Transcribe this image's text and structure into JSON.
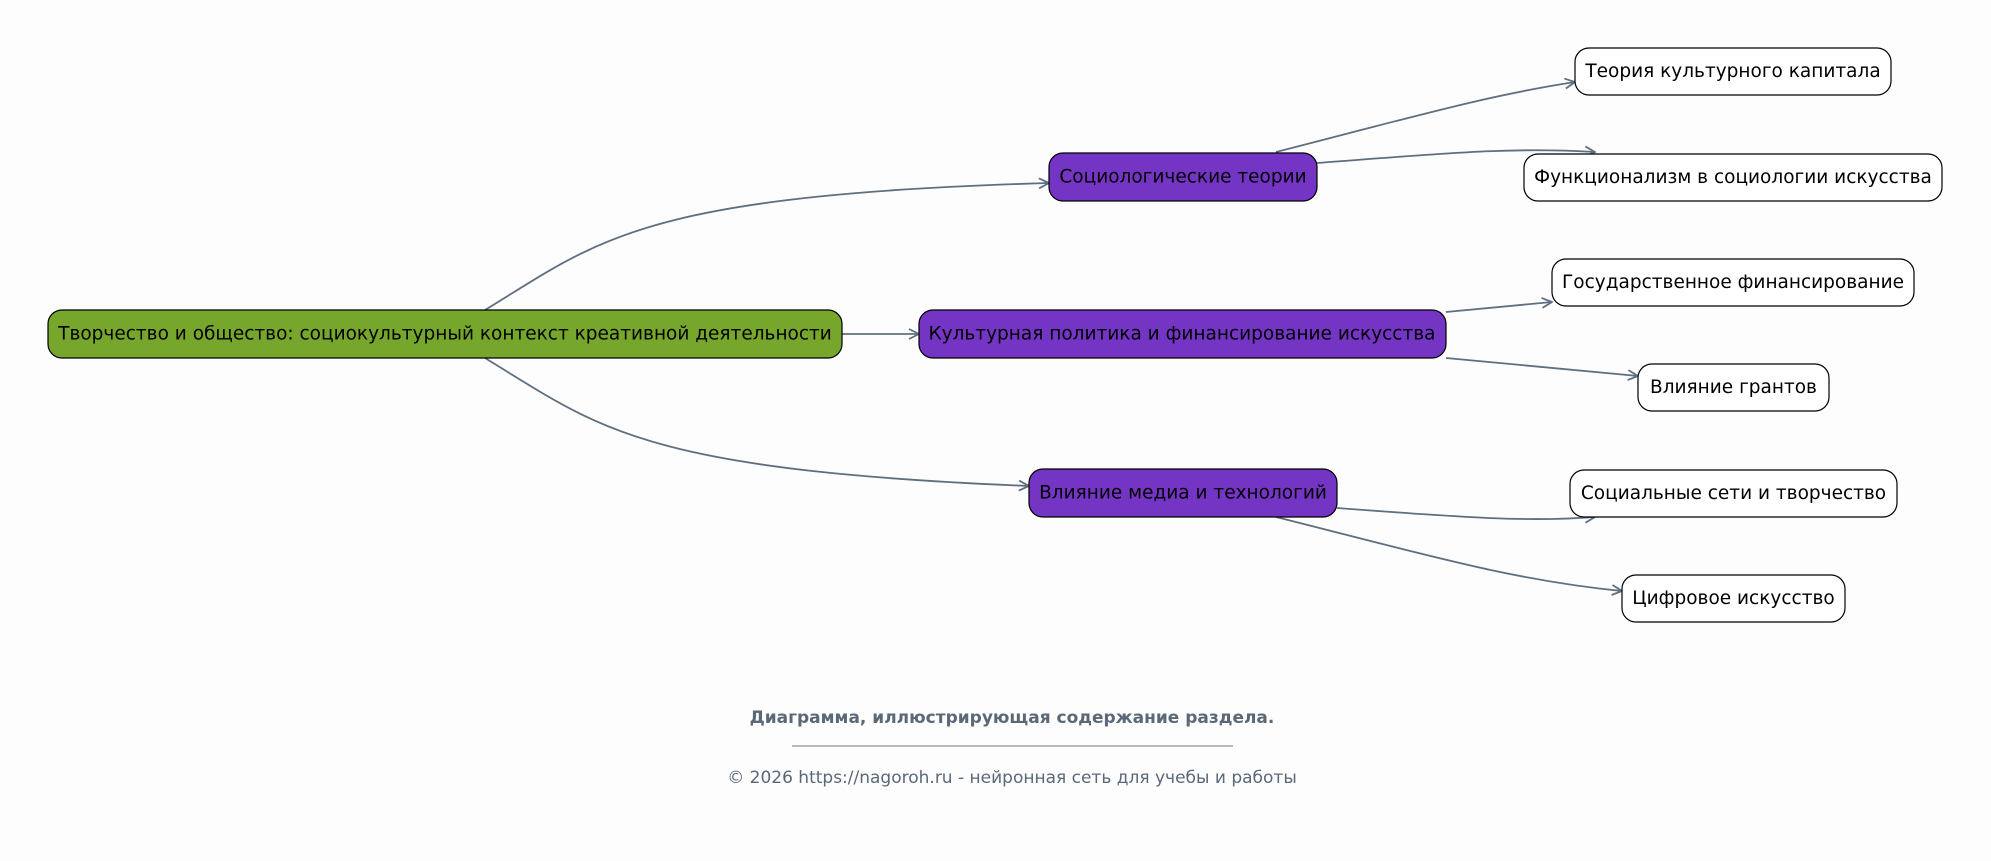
{
  "colors": {
    "root": "#76a72c",
    "branch": "#7434c4",
    "leaf": "#ffffff",
    "edge": "#5f6f80",
    "text_muted": "#5a6878"
  },
  "root": {
    "label": "Творчество и общество: социокультурный контекст креативной деятельности"
  },
  "branches": [
    {
      "label": "Социологические теории",
      "children": [
        "Теория культурного капитала",
        "Функционализм в социологии искусства"
      ]
    },
    {
      "label": "Культурная политика и финансирование искусства",
      "children": [
        "Государственное финансирование",
        "Влияние грантов"
      ]
    },
    {
      "label": "Влияние медиа и технологий",
      "children": [
        "Социальные сети и творчество",
        "Цифровое искусство"
      ]
    }
  ],
  "caption": "Диаграмма, иллюстрирующая содержание раздела.",
  "footer": "© 2026 https://nagoroh.ru - нейронная сеть для учебы и работы"
}
